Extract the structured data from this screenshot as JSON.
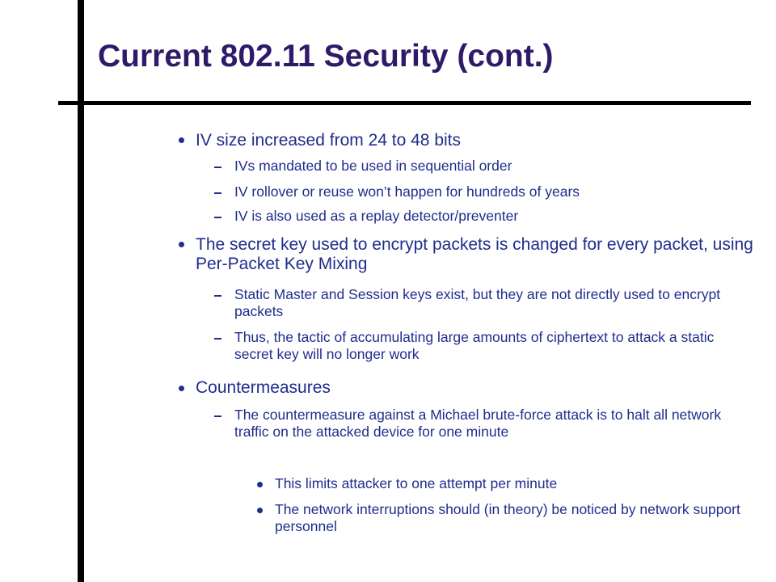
{
  "slide": {
    "title": "Current 802.11 Security (cont.)",
    "bullets": [
      {
        "text": "IV size increased from 24 to 48 bits",
        "subs": [
          "IVs mandated to be used in sequential order",
          "IV rollover or reuse won’t happen for hundreds of years",
          "IV is also used as a replay detector/preventer"
        ]
      },
      {
        "text": "The secret key used to encrypt packets is changed for every packet, using Per-Packet Key Mixing",
        "subs": [
          "Static Master and Session keys exist, but they are not directly used to encrypt packets",
          "Thus, the tactic of accumulating large amounts of ciphertext to attack a static secret key will no longer work"
        ]
      },
      {
        "text": "Countermeasures",
        "subs": [
          "The countermeasure against a Michael brute-force attack is to halt all network traffic on the attacked device for one minute"
        ],
        "subsubs": [
          "This limits attacker to one attempt per minute",
          "The network interruptions should (in theory) be noticed by network support personnel"
        ]
      }
    ]
  },
  "colors": {
    "title": "#2e1a68",
    "body": "#1f2d8c",
    "rule": "#000000",
    "background": "#ffffff"
  },
  "icons": {
    "level1": "filled-circle-bullet",
    "level2": "dash-bullet",
    "level3": "filled-circle-bullet"
  }
}
